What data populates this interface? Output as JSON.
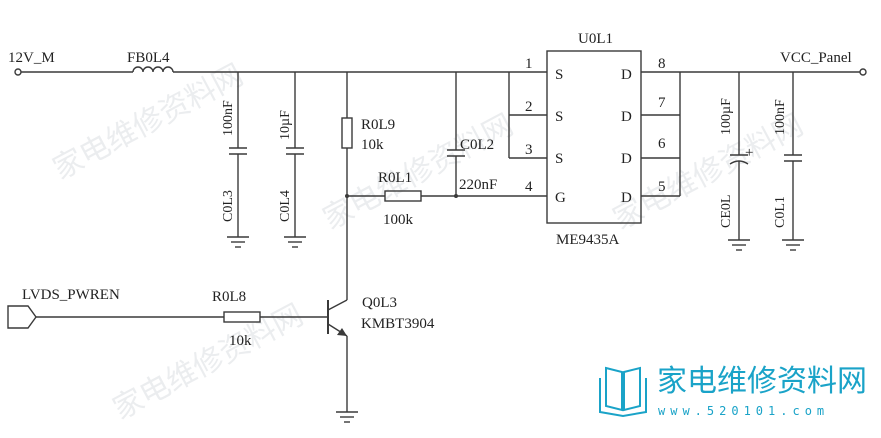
{
  "nets": {
    "input": "12V_M",
    "output": "VCC_Panel",
    "control": "LVDS_PWREN"
  },
  "components": {
    "ferrite": {
      "ref": "FB0L4"
    },
    "c_in1": {
      "ref": "C0L3",
      "value": "100nF"
    },
    "c_in2": {
      "ref": "C0L4",
      "value": "10µF"
    },
    "r_pullup": {
      "ref": "R0L9",
      "value": "10k"
    },
    "c_gate": {
      "ref": "C0L2",
      "value": "220nF"
    },
    "r_gate": {
      "ref": "R0L1",
      "value": "100k"
    },
    "mosfet": {
      "ref": "U0L1",
      "part": "ME9435A",
      "pins_left": [
        {
          "num": "1",
          "name": "S"
        },
        {
          "num": "2",
          "name": "S"
        },
        {
          "num": "3",
          "name": "S"
        },
        {
          "num": "4",
          "name": "G"
        }
      ],
      "pins_right": [
        {
          "num": "8",
          "name": "D"
        },
        {
          "num": "7",
          "name": "D"
        },
        {
          "num": "6",
          "name": "D"
        },
        {
          "num": "5",
          "name": "D"
        }
      ]
    },
    "c_out1": {
      "ref": "CE0L",
      "value": "100µF",
      "polarity": "+"
    },
    "c_out2": {
      "ref": "C0L1",
      "value": "100nF"
    },
    "r_base": {
      "ref": "R0L8",
      "value": "10k"
    },
    "transistor": {
      "ref": "Q0L3",
      "part": "KMBT3904"
    }
  },
  "watermark": {
    "text": "家电维修资料网",
    "logo_text": "家电维修资料网",
    "logo_url": "www.520101.com"
  },
  "colors": {
    "wire": "#3a3a3a",
    "logo": "#1aa3c8"
  }
}
